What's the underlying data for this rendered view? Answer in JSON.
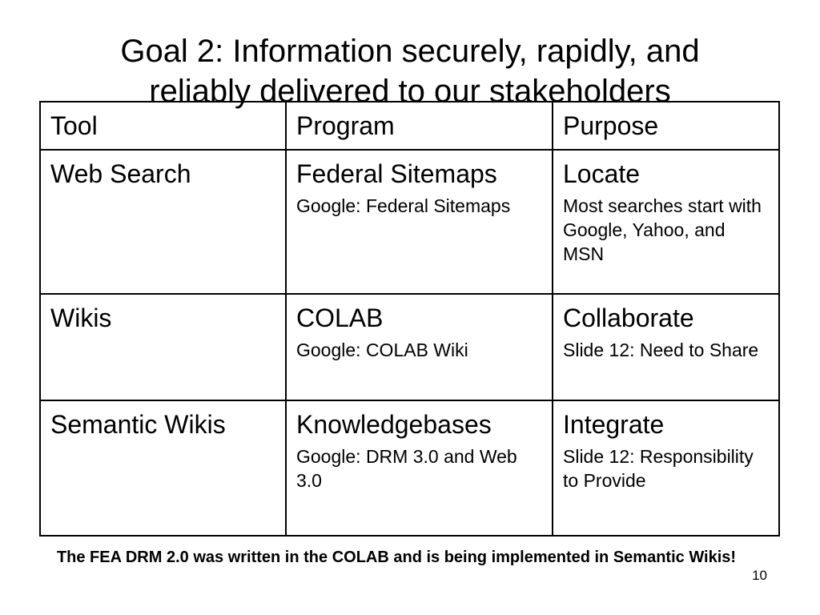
{
  "slide": {
    "title_line1": "Goal 2: Information securely, rapidly, and",
    "title_line2": "reliably delivered to our stakeholders",
    "footer": "The FEA DRM 2.0 was written in the COLAB and is being implemented in Semantic Wikis!",
    "page_number": "10"
  },
  "table": {
    "headers": [
      "Tool",
      "Program",
      "Purpose"
    ],
    "rows": [
      {
        "tool": "Web Search",
        "program": "Federal Sitemaps",
        "program_note": "Google: Federal Sitemaps",
        "purpose": "Locate",
        "purpose_note": "Most searches start with Google, Yahoo, and MSN"
      },
      {
        "tool": "Wikis",
        "program": "COLAB",
        "program_note": "Google: COLAB Wiki",
        "purpose": "Collaborate",
        "purpose_note": "Slide 12: Need to Share"
      },
      {
        "tool": "Semantic Wikis",
        "program": "Knowledgebases",
        "program_note": "Google: DRM 3.0 and Web 3.0",
        "purpose": "Integrate",
        "purpose_note": "Slide 12: Responsibility to Provide"
      }
    ]
  }
}
